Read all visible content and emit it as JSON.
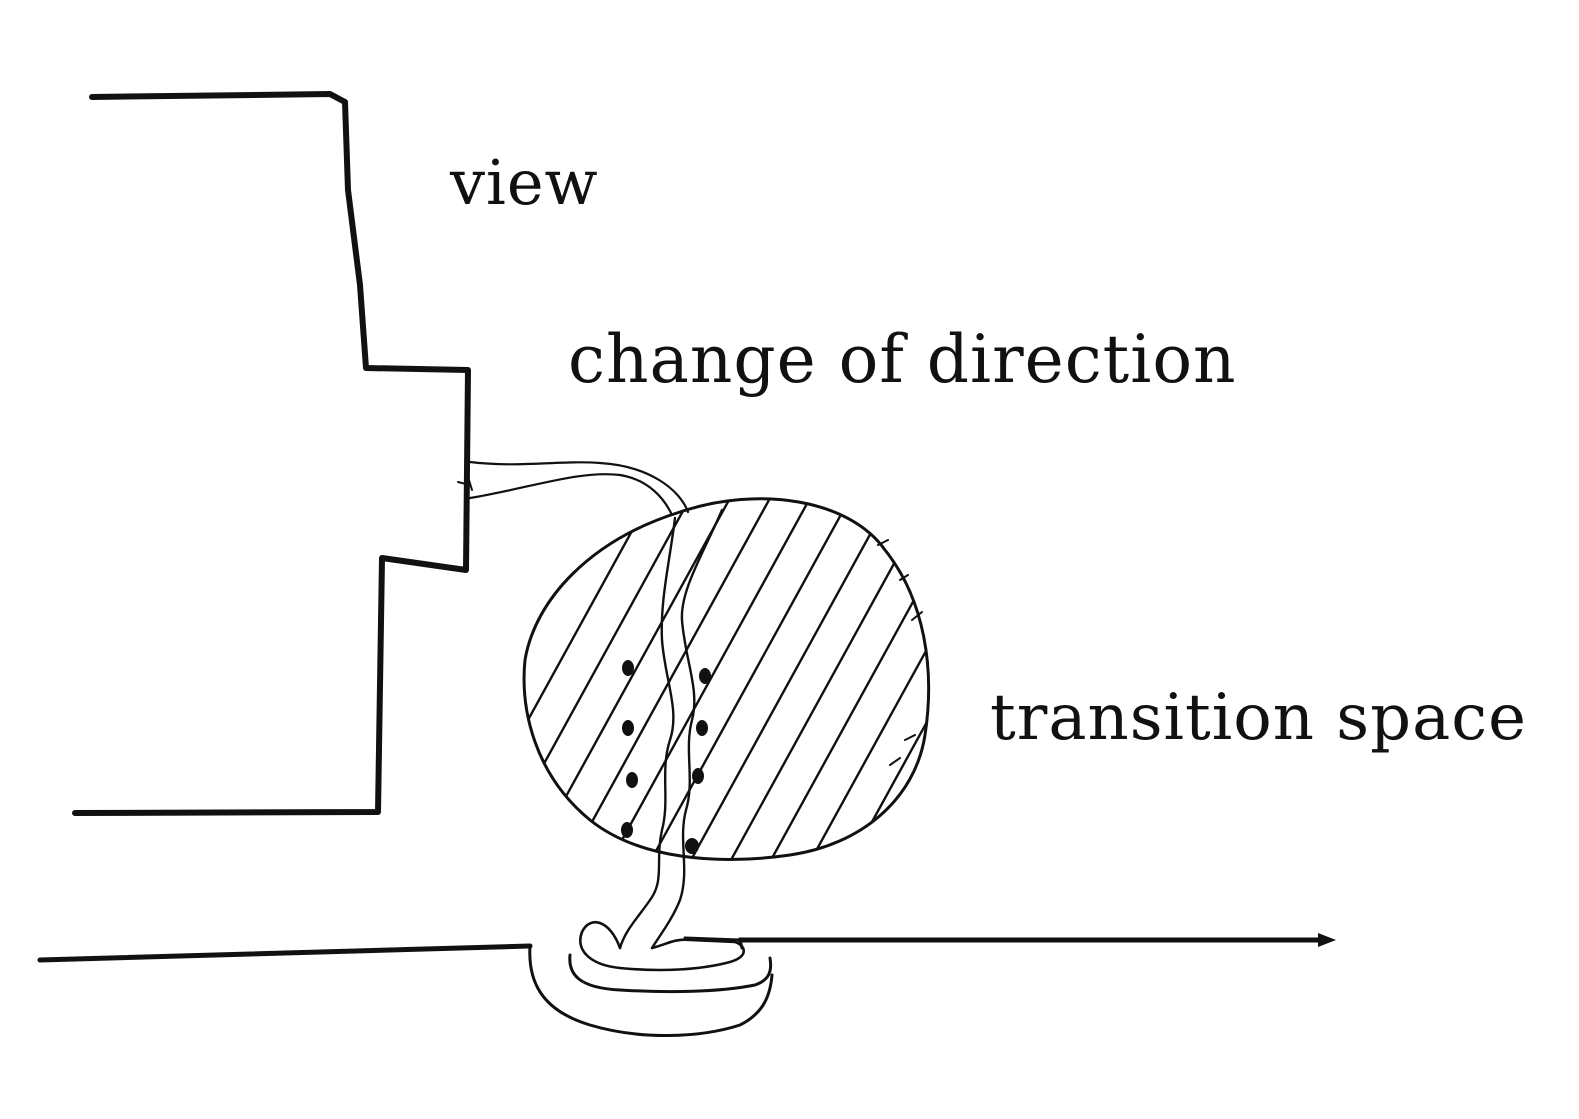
{
  "labels": {
    "view": "view",
    "change_of_direction": "change of direction",
    "transition_space": "transition space"
  },
  "colors": {
    "ink": "#111111",
    "background": "#ffffff"
  }
}
